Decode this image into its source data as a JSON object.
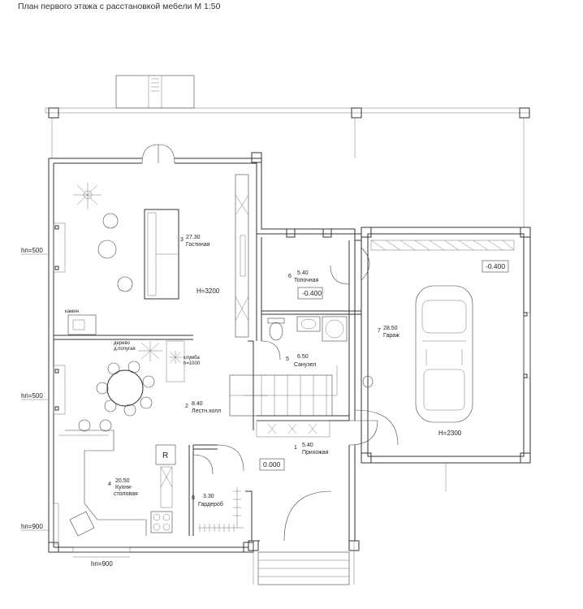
{
  "title": "План первого этажа с расстановкой мебели  М 1:50",
  "rooms": [
    {
      "num": "1",
      "area": "5.40",
      "name": "Прихожая"
    },
    {
      "num": "2",
      "area": "8.40",
      "name": "Лестн.холл"
    },
    {
      "num": "3",
      "area": "27.30",
      "name": "Гостиная"
    },
    {
      "num": "4",
      "area": "20.50",
      "name": "Кухня-",
      "name2": "столовая"
    },
    {
      "num": "5",
      "area": "6.50",
      "name": "Санузел"
    },
    {
      "num": "6",
      "area": "5.40",
      "name": "Топочная"
    },
    {
      "num": "7",
      "area": "28.50",
      "name": "Гараж"
    },
    {
      "num": "8",
      "area": "3.30",
      "name": "Гардероб"
    }
  ],
  "levels": {
    "entry": "0.000",
    "boiler": "-0.400",
    "garage": "-0.400"
  },
  "heights": {
    "living": "H=3200",
    "garage": "H=2300"
  },
  "sills": {
    "left_upper": "hп=500",
    "left_middle": "hп=500",
    "left_lower": "hп=900",
    "bottom": "hп=900"
  },
  "labels": {
    "fireplace": "камин",
    "tree_line1": "дерево",
    "tree_line2": "д.попугая",
    "flowerbed_line1": "клумба",
    "flowerbed_line2": "h=1000",
    "fridge": "R"
  }
}
